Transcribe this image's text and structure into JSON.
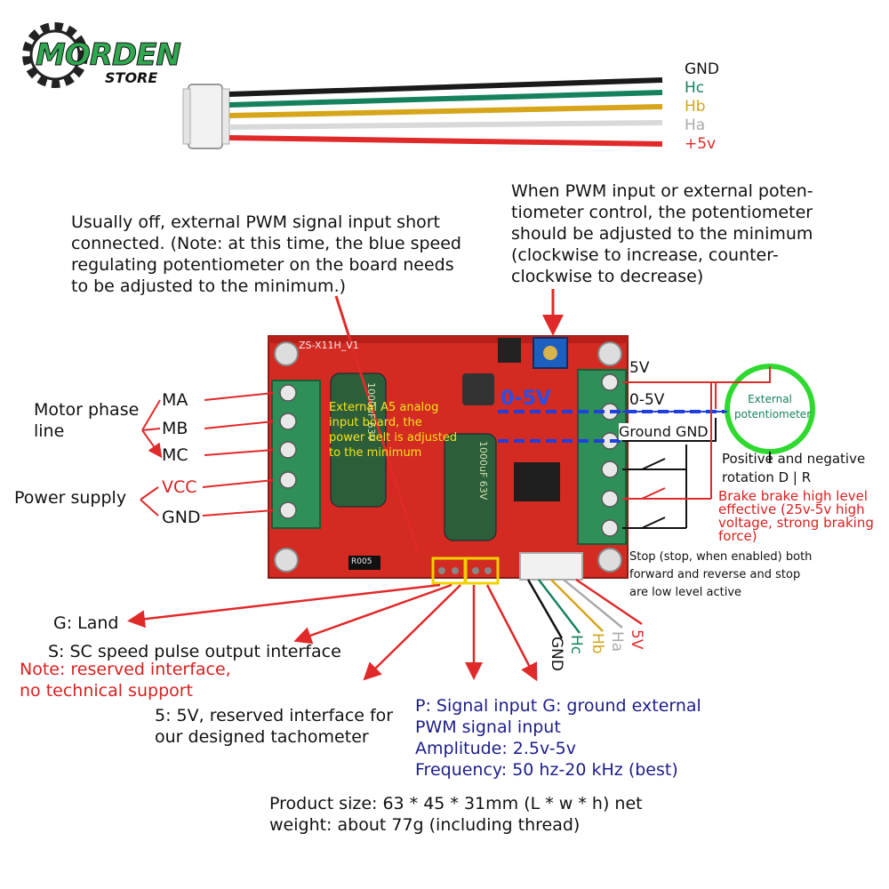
{
  "logo": {
    "brand": "MORDEN",
    "sub": "STORE"
  },
  "cable": {
    "wires": [
      {
        "label": "GND",
        "color": "#1a1a1a"
      },
      {
        "label": "Hc",
        "color": "#16825d"
      },
      {
        "label": "Hb",
        "color": "#d6a519"
      },
      {
        "label": "Ha",
        "color": "#bdbdbd"
      },
      {
        "label": "+5v",
        "color": "#e02a2a"
      }
    ]
  },
  "notes": {
    "pwm_short": [
      "Usually off, external PWM signal input short",
      "connected. (Note: at this time, the blue speed",
      "regulating potentiometer on the board needs",
      "to be adjusted to the minimum.)"
    ],
    "pot_min": [
      "When PWM input or external poten-",
      "tiometer control, the potentiometer",
      "should be adjusted to the minimum",
      "(clockwise to increase, counter-",
      "clockwise to decrease)"
    ],
    "analog_board": [
      "External A5 analog",
      "input board, the",
      "power belt is adjusted",
      "to the minimum"
    ],
    "range_label": "0-5V"
  },
  "board": {
    "model": "ZS-X11H_V1",
    "resistor": "R005",
    "cap_left": "1000uF 63V",
    "cap_right": "1000uF 63V"
  },
  "left_labels": {
    "motor_phase": [
      "Motor phase",
      "line"
    ],
    "phases": [
      "MA",
      "MB",
      "MC"
    ],
    "power_supply": "Power supply",
    "vcc": "VCC",
    "gnd": "GND"
  },
  "right_labels": {
    "v5": "5V",
    "v05": "0-5V",
    "ground": "Ground GND",
    "ext_pot": [
      "External",
      "potentiometer"
    ],
    "dir": [
      "Positive and negative",
      "rotation D | R"
    ],
    "brake": [
      "Brake brake high level",
      "effective (25v-5v high",
      "voltage, strong braking",
      "force)"
    ],
    "stop": [
      "Stop (stop, when enabled) both",
      "forward and reverse and stop",
      "are low level active"
    ]
  },
  "bottom_labels": {
    "g_land": "G: Land",
    "s_speed": "S: SC speed pulse output interface",
    "reserved_note": [
      "Note: reserved interface,",
      "no technical support"
    ],
    "five_v": [
      "5: 5V, reserved interface for",
      "our designed tachometer"
    ],
    "pwm_input": [
      "P: Signal input G: ground external",
      "PWM signal input",
      "Amplitude: 2.5v-5v",
      "Frequency: 50 hz-20 kHz (best)"
    ],
    "product_size": [
      "Product size: 63 * 45 * 31mm (L * w * h) net",
      "weight: about 77g (including thread)"
    ],
    "plug_pins": [
      "GND",
      "Hc",
      "Hb",
      "Ha",
      "5V"
    ]
  }
}
